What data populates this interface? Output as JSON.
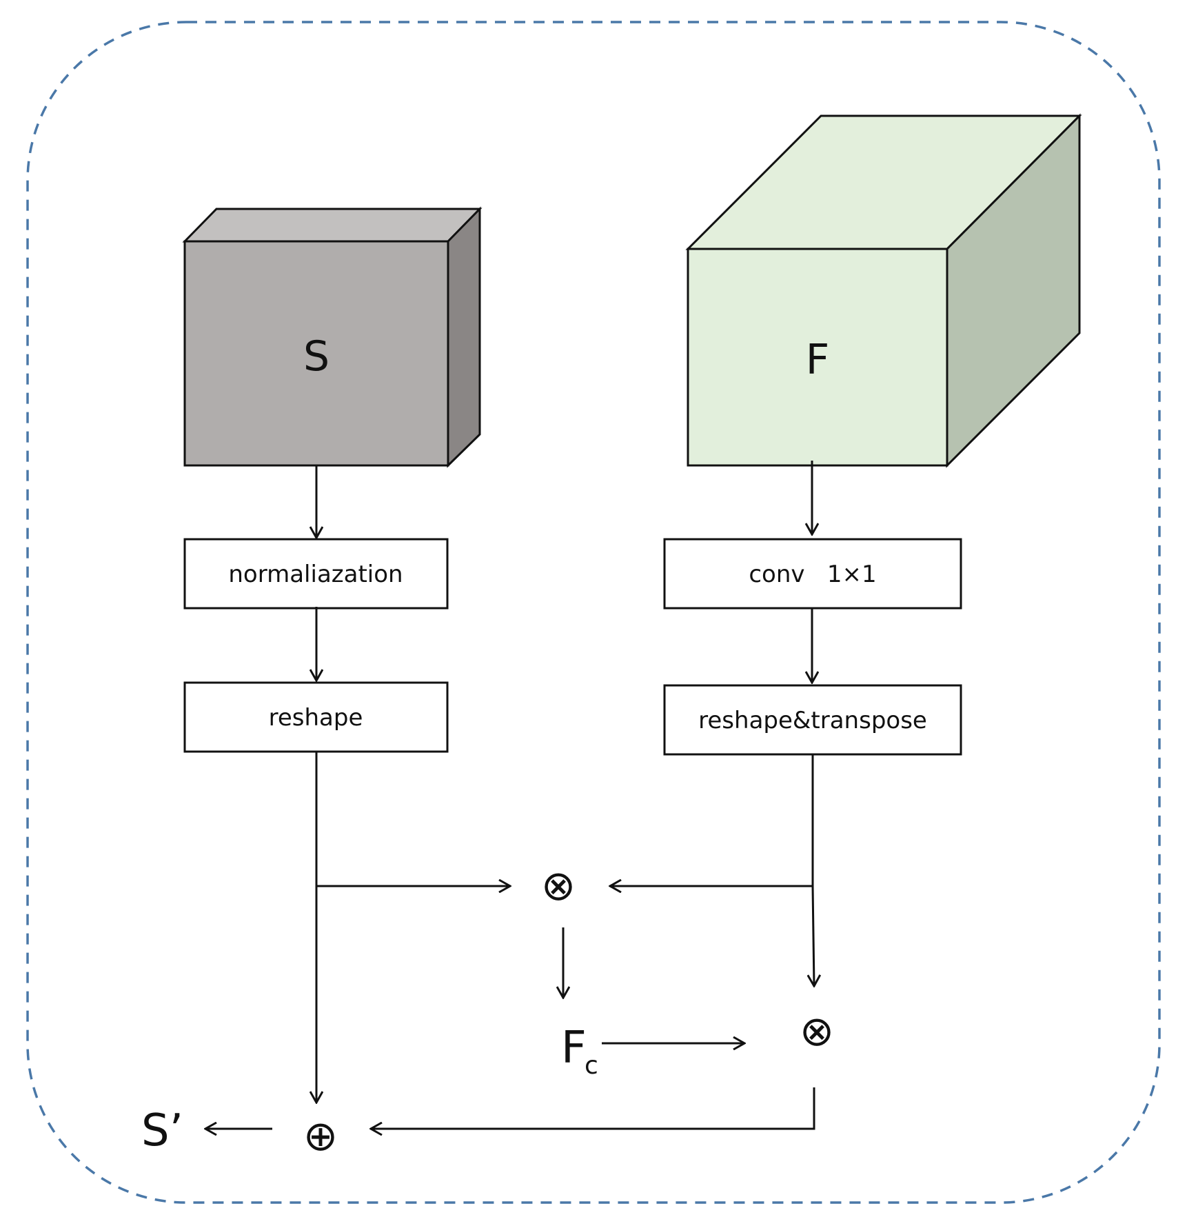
{
  "colors": {
    "border_dashed": "#4a78a8",
    "cube_s_front": "#b0adac",
    "cube_s_top": "#c2c0bf",
    "cube_s_side": "#8a8685",
    "cube_f_front": "#e2efdc",
    "cube_f_top": "#e3efdc",
    "cube_f_side": "#b6c2b0",
    "stroke": "#111111"
  },
  "cubes": {
    "s": {
      "label": "S"
    },
    "f": {
      "label": "F"
    }
  },
  "boxes": {
    "normalization": "normaliazation",
    "reshape_left": "reshape",
    "conv": "conv   1×1",
    "reshape_transpose": "reshape&transpose"
  },
  "operators": {
    "multiply_top": "⊗",
    "multiply_right": "⊗",
    "add": "⊕"
  },
  "symbols": {
    "fc_main": "F",
    "fc_sub": "c",
    "s_prime": "S’"
  }
}
